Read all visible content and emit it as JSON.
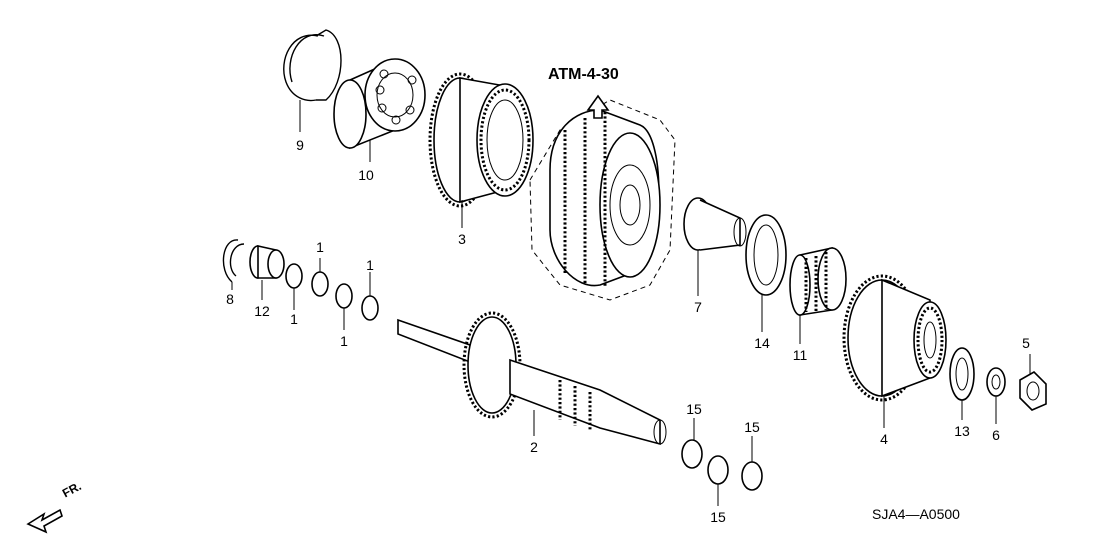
{
  "diagram": {
    "reference": "ATM-4-30",
    "code": "SJA4—A0500",
    "direction": "FR.",
    "callouts": [
      {
        "key": "c9",
        "label": "9"
      },
      {
        "key": "c10",
        "label": "10"
      },
      {
        "key": "c3",
        "label": "3"
      },
      {
        "key": "c7",
        "label": "7"
      },
      {
        "key": "c14",
        "label": "14"
      },
      {
        "key": "c11",
        "label": "11"
      },
      {
        "key": "c8",
        "label": "8"
      },
      {
        "key": "c12",
        "label": "12"
      },
      {
        "key": "c1a",
        "label": "1"
      },
      {
        "key": "c1b",
        "label": "1"
      },
      {
        "key": "c1c",
        "label": "1"
      },
      {
        "key": "c1d",
        "label": "1"
      },
      {
        "key": "c2",
        "label": "2"
      },
      {
        "key": "c15a",
        "label": "15"
      },
      {
        "key": "c15b",
        "label": "15"
      },
      {
        "key": "c15c",
        "label": "15"
      },
      {
        "key": "c4",
        "label": "4"
      },
      {
        "key": "c13",
        "label": "13"
      },
      {
        "key": "c6",
        "label": "6"
      },
      {
        "key": "c5",
        "label": "5"
      }
    ]
  }
}
